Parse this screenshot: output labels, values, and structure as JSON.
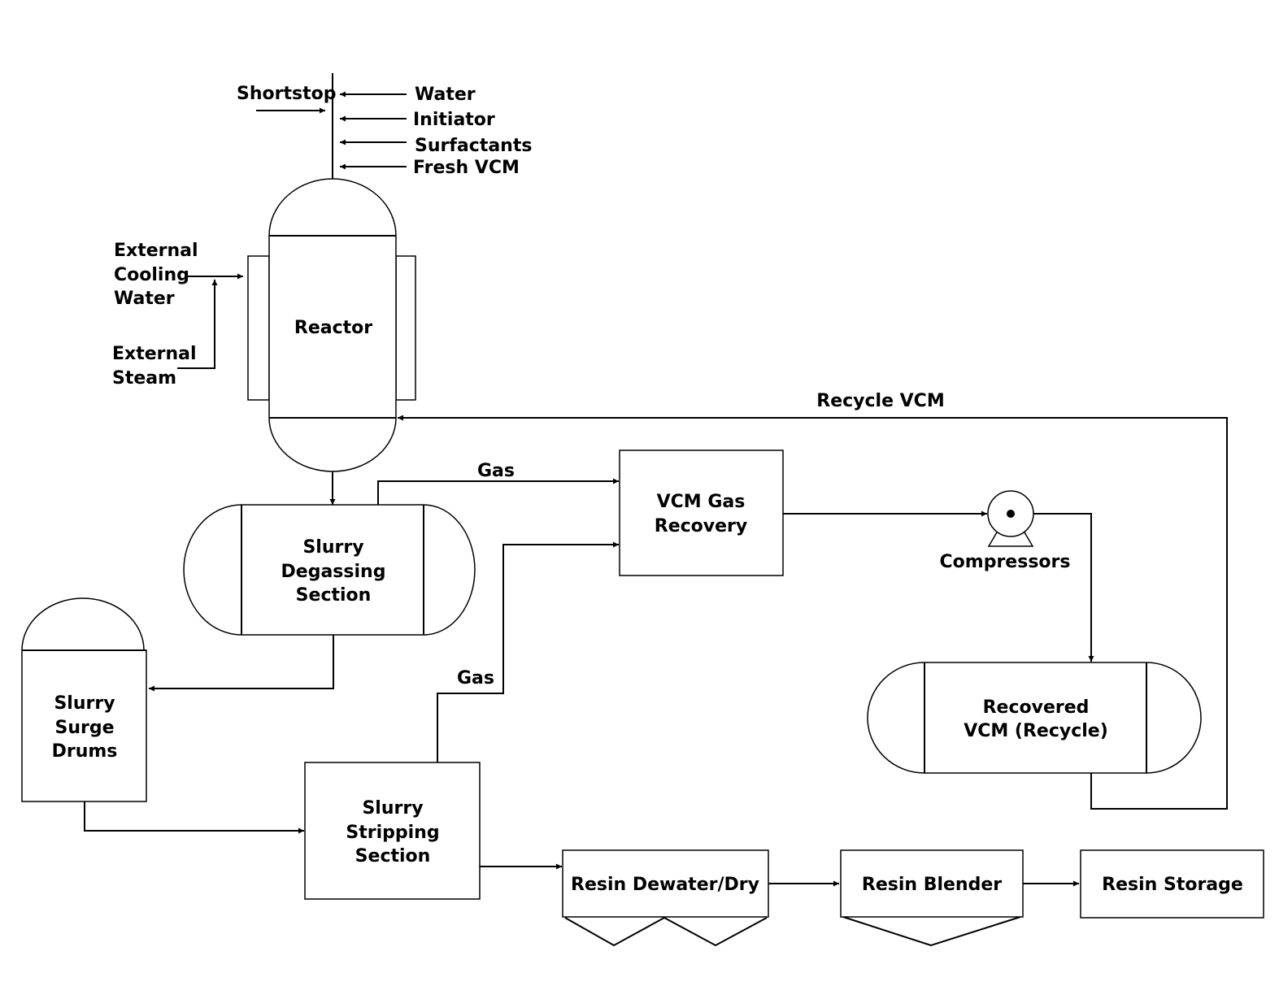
{
  "feeds": {
    "shortstop": "Shortstop",
    "water": "Water",
    "initiator": "Initiator",
    "surfactants": "Surfactants",
    "fresh_vcm": "Fresh VCM"
  },
  "utilities": {
    "cooling_line1": "External",
    "cooling_line2": "Cooling",
    "cooling_line3": "Water",
    "steam_line1": "External",
    "steam_line2": "Steam"
  },
  "units": {
    "reactor": "Reactor",
    "degassing_line1": "Slurry",
    "degassing_line2": "Degassing",
    "degassing_line3": "Section",
    "surge_line1": "Slurry",
    "surge_line2": "Surge",
    "surge_line3": "Drums",
    "stripping_line1": "Slurry",
    "stripping_line2": "Stripping",
    "stripping_line3": "Section",
    "vcm_recovery_line1": "VCM Gas",
    "vcm_recovery_line2": "Recovery",
    "compressors": "Compressors",
    "recovered_line1": "Recovered",
    "recovered_line2": "VCM (Recycle)",
    "dewater": "Resin Dewater/Dry",
    "blender": "Resin Blender",
    "storage": "Resin Storage"
  },
  "streams": {
    "gas_top": "Gas",
    "gas_bottom": "Gas",
    "recycle_vcm": "Recycle VCM"
  }
}
